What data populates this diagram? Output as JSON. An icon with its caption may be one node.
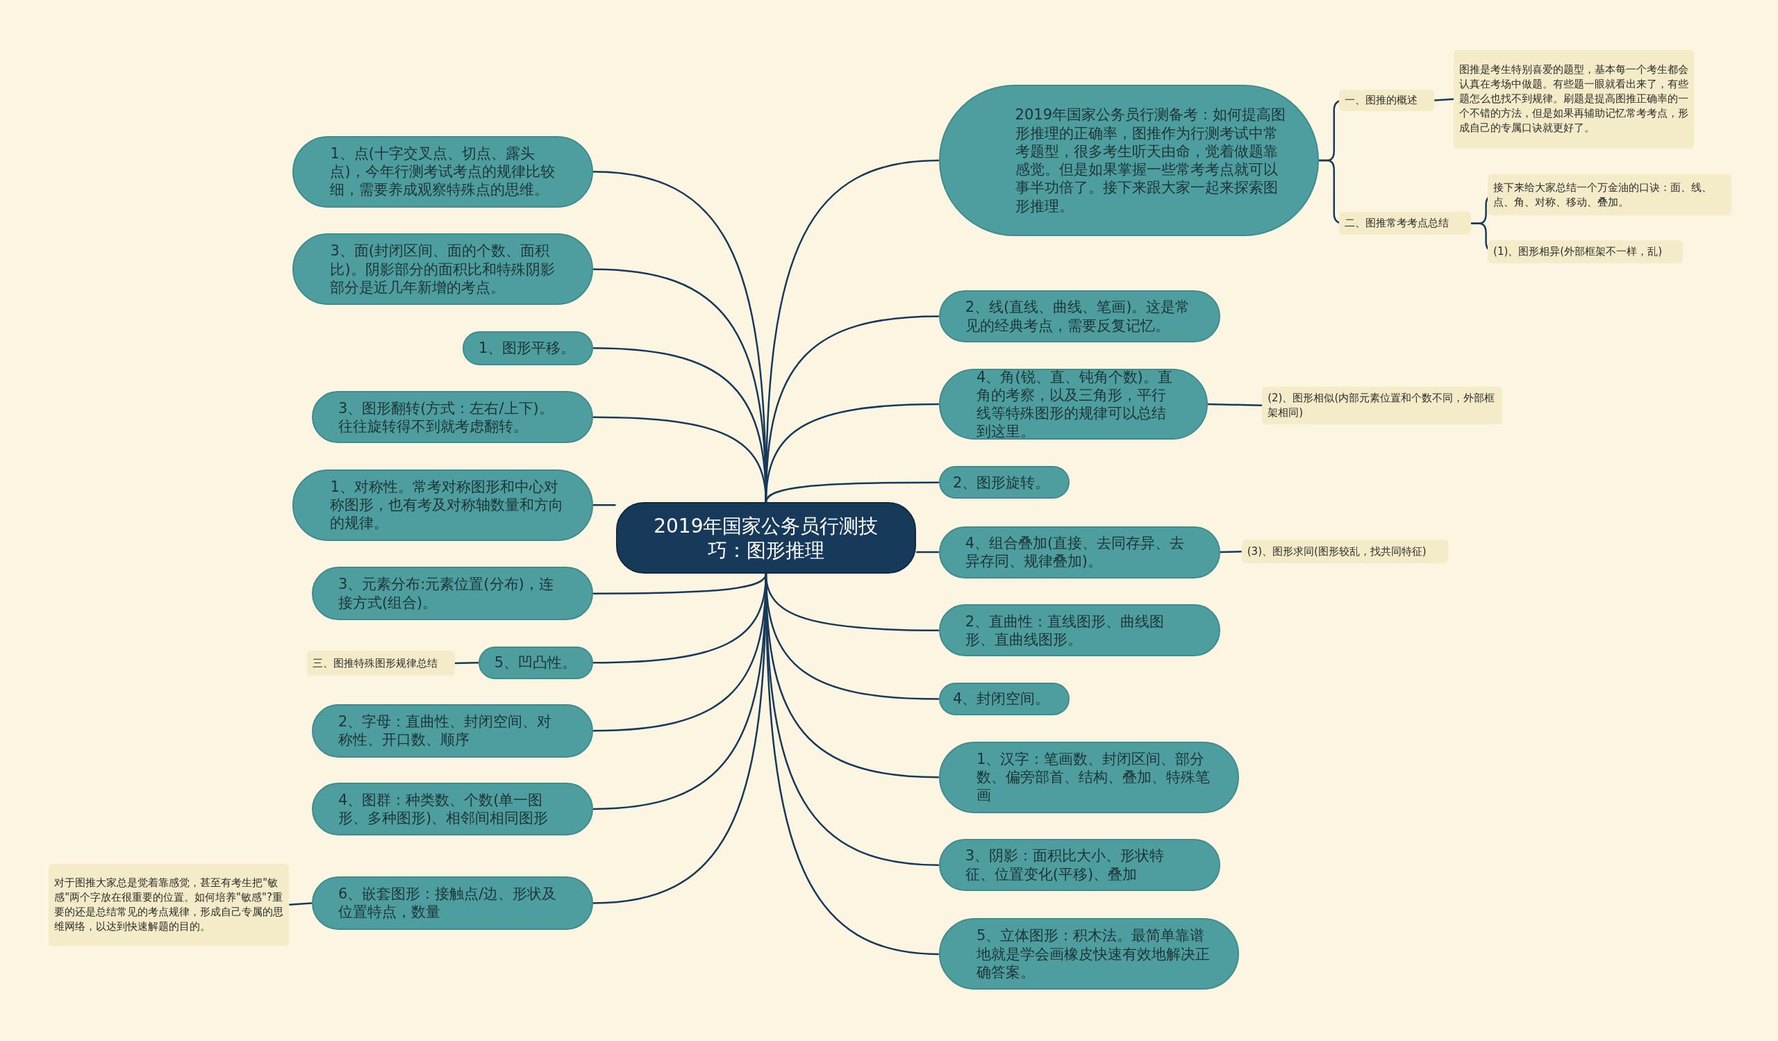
{
  "diagram": {
    "nodes": [
      {
        "text": [
          "2019年国家公务员行测技巧：图形推理"
        ]
      },
      {
        "text": [
          "2019年国家公务员行测备考：如何提高图形推理的正确率，图推作为行测考试中常考题型，很多考生听天由命，觉着做题靠感觉。但是如果掌握一些常考考点就可以事半功倍了。接下来跟大家一起来探索图形推理。"
        ]
      },
      {
        "text": [
          "一、图推的概述"
        ]
      },
      {
        "text": [
          "图推是考生特别喜爱的题型，基本每一个考生都会认真在考场中做题。有些题一眼就看出来了，有些题怎么也找不到规律。刷题是提高图推正确率的一个不错的方法，但是如果再辅助记忆常考考点，形成自己的专属口诀就更好了。"
        ]
      },
      {
        "text": [
          "二、图推常考考点总结"
        ]
      },
      {
        "text": [
          "接下来给大家总结一个万金油的口诀：面、线、点、角、对称、移动、叠加。"
        ]
      },
      {
        "text": [
          "(1)、图形相异(外部框架不一样，乱)"
        ]
      },
      {
        "text": [
          "2、线(直线、曲线、笔画)。这是常见的经典考点，需要反复记忆。"
        ]
      },
      {
        "text": [
          "4、角(锐、直、钝角个数)。直角的考察，以及三角形，平行线等特殊图形的规律可以总结到这里。"
        ]
      },
      {
        "text": [
          "(2)、图形相似(内部元素位置和个数不同，外部框架相同)"
        ]
      },
      {
        "text": [
          "2、图形旋转。"
        ]
      },
      {
        "text": [
          "4、组合叠加(直接、去同存异、去异存同、规律叠加)。"
        ]
      },
      {
        "text": [
          "(3)、图形求同(图形较乱，找共同特征)"
        ]
      },
      {
        "text": [
          "2、直曲性：直线图形、曲线图形、直曲线图形。"
        ]
      },
      {
        "text": [
          "4、封闭空间。"
        ]
      },
      {
        "text": [
          "1、汉字：笔画数、封闭区间、部分数、偏旁部首、结构、叠加、特殊笔画"
        ]
      },
      {
        "text": [
          "3、阴影：面积比大小、形状特征、位置变化(平移)、叠加"
        ]
      },
      {
        "text": [
          "5、立体图形：积木法。最简单靠谱地就是学会画橡皮快速有效地解决正确答案。"
        ]
      },
      {
        "text": [
          "1、点(十字交叉点、切点、露头点)，今年行测考试考点的规律比较细，需要养成观察特殊点的思维。"
        ]
      },
      {
        "text": [
          "3、面(封闭区间、面的个数、面积比)。阴影部分的面积比和特殊阴影部分是近几年新增的考点。"
        ]
      },
      {
        "text": [
          "1、图形平移。"
        ]
      },
      {
        "text": [
          "3、图形翻转(方式：左右/上下)。往往旋转得不到就考虑翻转。"
        ]
      },
      {
        "text": [
          "1、对称性。常考对称图形和中心对称图形，也有考及对称轴数量和方向的规律。"
        ]
      },
      {
        "text": [
          "3、元素分布:元素位置(分布)，连接方式(组合)。"
        ]
      },
      {
        "text": [
          "5、凹凸性。"
        ]
      },
      {
        "text": [
          "三、图推特殊图形规律总结"
        ]
      },
      {
        "text": [
          "2、字母：直曲性、封闭空间、对称性、开口数、顺序"
        ]
      },
      {
        "text": [
          "4、图群：种类数、个数(单一图形、多种图形)、相邻间相同图形"
        ]
      },
      {
        "text": [
          "6、嵌套图形：接触点/边、形状及位置特点，数量"
        ]
      },
      {
        "text": [
          "对于图推大家总是觉着靠感觉，甚至有考生把\"敏感\"两个字放在很重要的位置。如何培养\"敏感\"?重要的还是总结常见的考点规律，形成自己专属的思维网络，以达到快速解题的目的。"
        ]
      }
    ],
    "edges": [
      {
        "from": 0,
        "to": 1,
        "arrow": "none"
      },
      {
        "from": 1,
        "to": 2,
        "arrow": "none"
      },
      {
        "from": 2,
        "to": 3,
        "arrow": "none"
      },
      {
        "from": 1,
        "to": 4,
        "arrow": "none"
      },
      {
        "from": 4,
        "to": 5,
        "arrow": "none"
      },
      {
        "from": 4,
        "to": 6,
        "arrow": "none"
      },
      {
        "from": 0,
        "to": 7,
        "arrow": "none"
      },
      {
        "from": 0,
        "to": 8,
        "arrow": "none"
      },
      {
        "from": 8,
        "to": 9,
        "arrow": "none"
      },
      {
        "from": 0,
        "to": 10,
        "arrow": "none"
      },
      {
        "from": 0,
        "to": 11,
        "arrow": "none"
      },
      {
        "from": 11,
        "to": 12,
        "arrow": "none"
      },
      {
        "from": 0,
        "to": 13,
        "arrow": "none"
      },
      {
        "from": 0,
        "to": 14,
        "arrow": "none"
      },
      {
        "from": 0,
        "to": 15,
        "arrow": "none"
      },
      {
        "from": 0,
        "to": 16,
        "arrow": "none"
      },
      {
        "from": 0,
        "to": 17,
        "arrow": "none"
      },
      {
        "from": 0,
        "to": 18,
        "arrow": "none"
      },
      {
        "from": 0,
        "to": 19,
        "arrow": "none"
      },
      {
        "from": 0,
        "to": 20,
        "arrow": "none"
      },
      {
        "from": 0,
        "to": 21,
        "arrow": "none"
      },
      {
        "from": 0,
        "to": 22,
        "arrow": "none"
      },
      {
        "from": 0,
        "to": 23,
        "arrow": "none"
      },
      {
        "from": 0,
        "to": 24,
        "arrow": "none"
      },
      {
        "from": 24,
        "to": 25,
        "arrow": "none"
      },
      {
        "from": 0,
        "to": 26,
        "arrow": "none"
      },
      {
        "from": 0,
        "to": 27,
        "arrow": "none"
      },
      {
        "from": 0,
        "to": 28,
        "arrow": "none"
      },
      {
        "from": 28,
        "to": 29,
        "arrow": "none"
      }
    ]
  }
}
